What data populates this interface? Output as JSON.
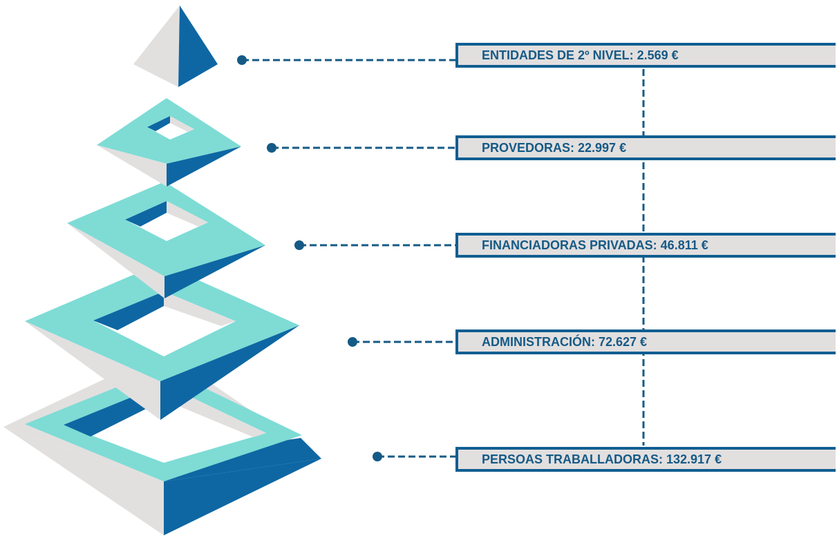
{
  "colors": {
    "teal": "#7edcd5",
    "blue": "#0e67a3",
    "gray": "#e2dfdf",
    "connector": "#155a86",
    "text": "#155a86"
  },
  "levels": [
    {
      "label": "ENTIDADES DE 2º NIVEL: 2.569 €",
      "value": 2569
    },
    {
      "label": "PROVEDORAS: 22.997 €",
      "value": 22997
    },
    {
      "label": "FINANCIADORAS PRIVADAS: 46.811 €",
      "value": 46811
    },
    {
      "label": "ADMINISTRACIÓN: 72.627 €",
      "value": 72627
    },
    {
      "label": "PERSOAS TRABALLADORAS: 132.917 €",
      "value": 132917
    }
  ]
}
